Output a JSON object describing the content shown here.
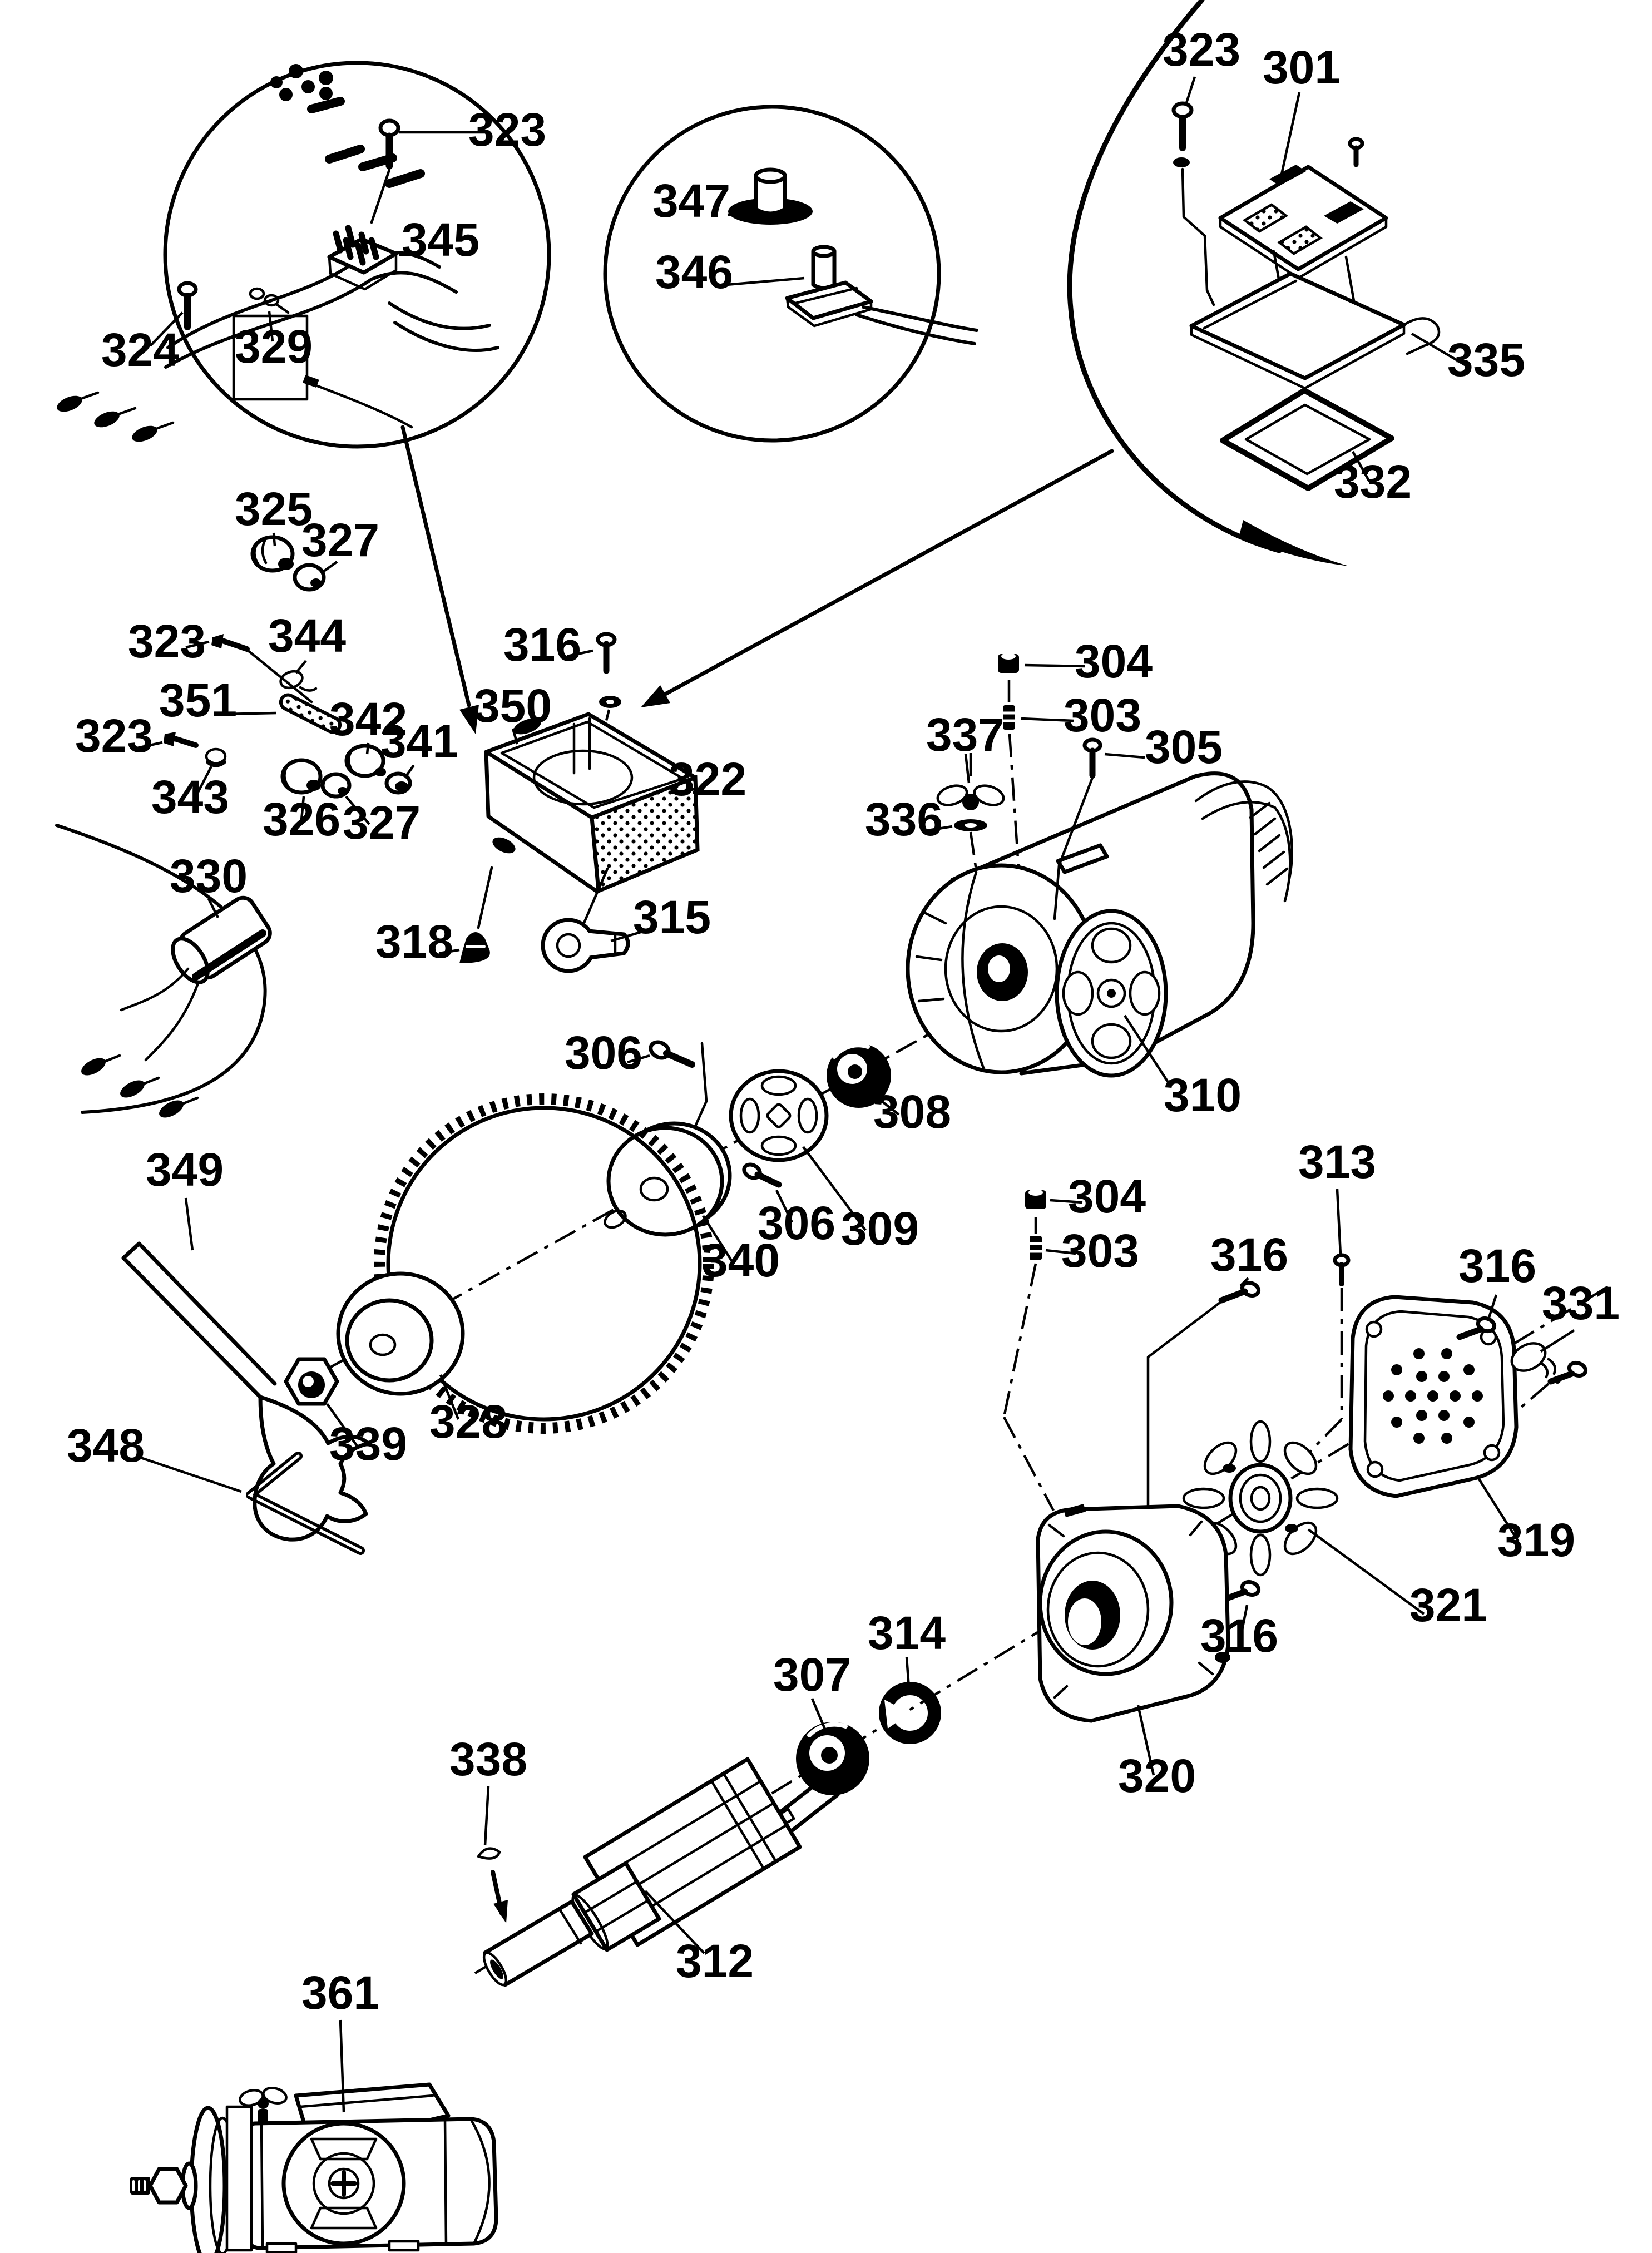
{
  "figure": {
    "type": "exploded-parts-diagram",
    "colors": {
      "ink": "#000000",
      "background": "#ffffff"
    }
  },
  "callouts": [
    {
      "text": "323"
    },
    {
      "text": "345"
    },
    {
      "text": "324"
    },
    {
      "text": "329"
    },
    {
      "text": "347"
    },
    {
      "text": "346"
    },
    {
      "text": "323"
    },
    {
      "text": "301"
    },
    {
      "text": "335"
    },
    {
      "text": "332"
    },
    {
      "text": "325"
    },
    {
      "text": "327"
    },
    {
      "text": "323"
    },
    {
      "text": "344"
    },
    {
      "text": "351"
    },
    {
      "text": "323"
    },
    {
      "text": "343"
    },
    {
      "text": "326"
    },
    {
      "text": "327"
    },
    {
      "text": "342"
    },
    {
      "text": "341"
    },
    {
      "text": "316"
    },
    {
      "text": "350"
    },
    {
      "text": "322"
    },
    {
      "text": "318"
    },
    {
      "text": "315"
    },
    {
      "text": "330"
    },
    {
      "text": "337"
    },
    {
      "text": "336"
    },
    {
      "text": "304"
    },
    {
      "text": "303"
    },
    {
      "text": "305"
    },
    {
      "text": "310"
    },
    {
      "text": "306"
    },
    {
      "text": "308"
    },
    {
      "text": "306"
    },
    {
      "text": "309"
    },
    {
      "text": "340"
    },
    {
      "text": "349"
    },
    {
      "text": "348"
    },
    {
      "text": "339"
    },
    {
      "text": "328"
    },
    {
      "text": "313"
    },
    {
      "text": "316"
    },
    {
      "text": "304"
    },
    {
      "text": "303"
    },
    {
      "text": "316"
    },
    {
      "text": "331"
    },
    {
      "text": "319"
    },
    {
      "text": "321"
    },
    {
      "text": "320"
    },
    {
      "text": "316"
    },
    {
      "text": "314"
    },
    {
      "text": "307"
    },
    {
      "text": "338"
    },
    {
      "text": "312"
    },
    {
      "text": "361"
    }
  ]
}
